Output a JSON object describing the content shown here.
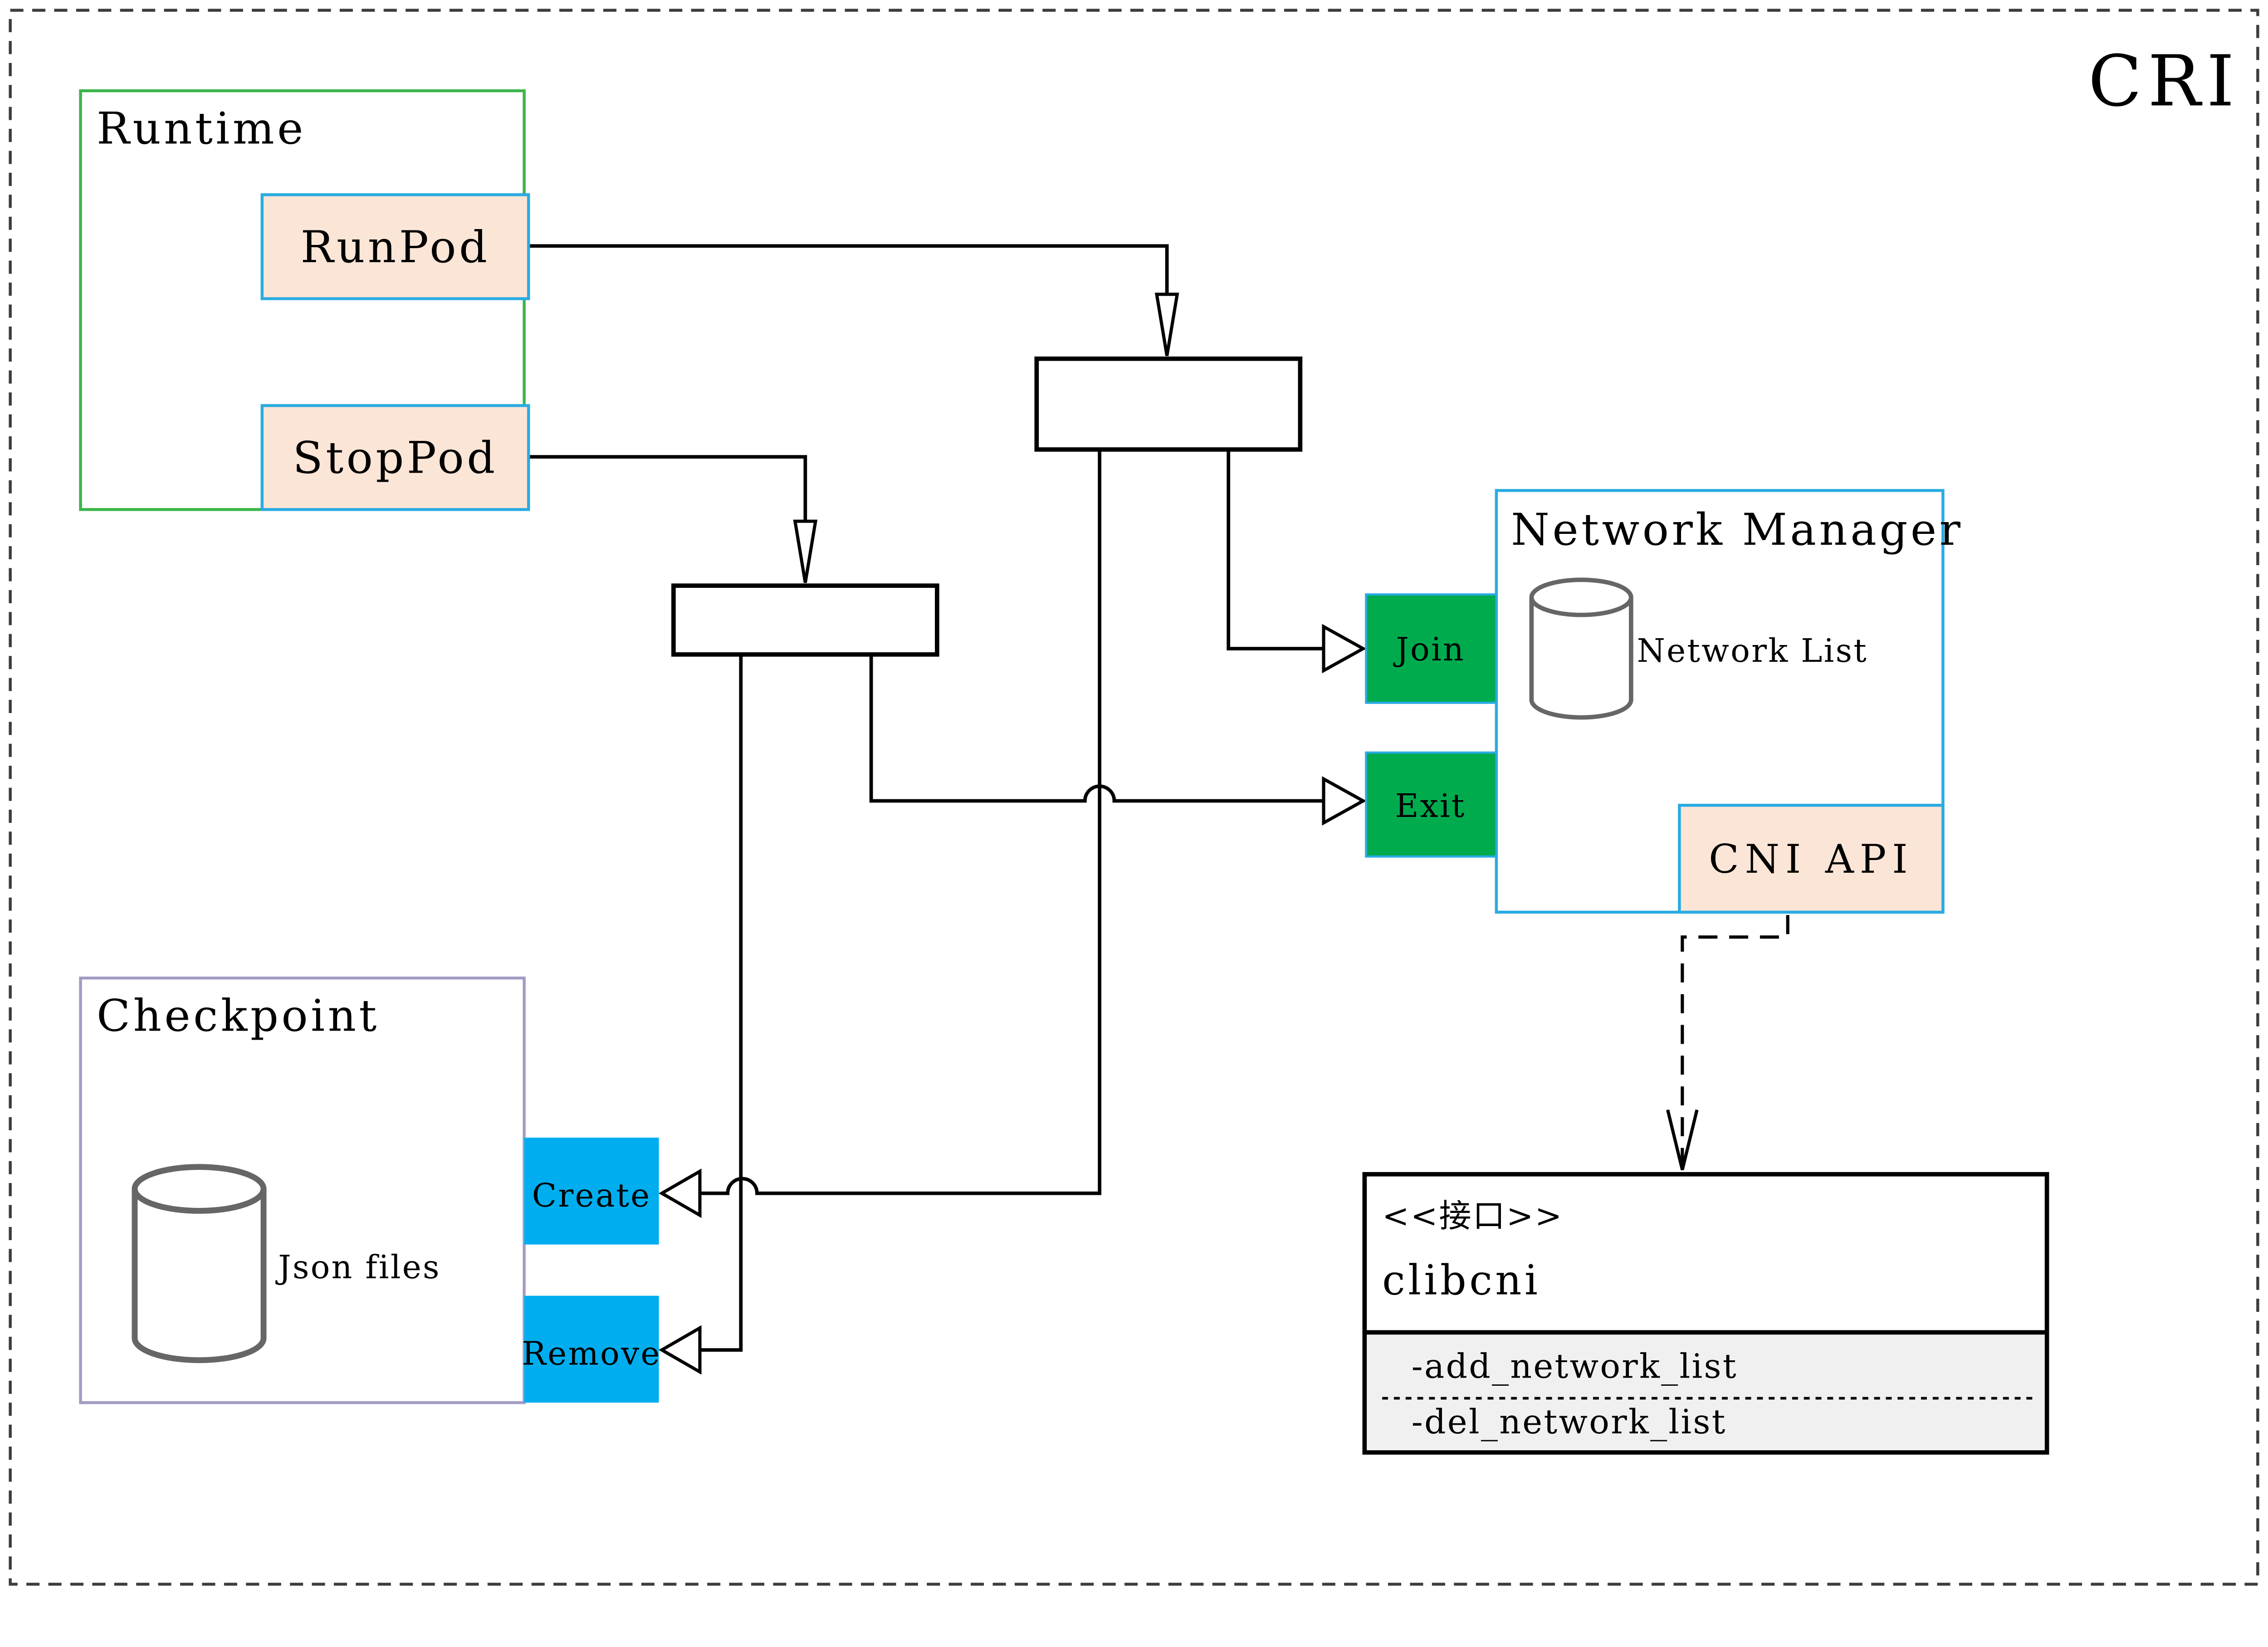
{
  "page": {
    "title_badge": "CRI"
  },
  "runtime": {
    "label": "Runtime",
    "runpod_label": "RunPod",
    "stoppod_label": "StopPod"
  },
  "checkpoint": {
    "label": "Checkpoint",
    "datastore_label": "Json files",
    "create_label": "Create",
    "remove_label": "Remove"
  },
  "network_manager": {
    "label": "Network Manager",
    "datastore_label": "Network List",
    "join_label": "Join",
    "exit_label": "Exit",
    "cni_api_label": "CNI API"
  },
  "clibcni": {
    "stereotype": "<<接口>>",
    "name": "clibcni",
    "methods": [
      "-add_network_list",
      "-del_network_list"
    ]
  },
  "colors": {
    "cri_gold": "#8B6914",
    "runtime_border": "#3BB54A",
    "checkpoint_border": "#A49BC4",
    "panel_blue_border": "#29ABE2",
    "peach_fill": "#FBE5D6",
    "green_fill": "#00AB4E",
    "blue_fill": "#00AEEF",
    "interface_body_gray": "#F0F0F0",
    "cylinder_gray": "#666666",
    "connector_black": "#000000",
    "page_border": "#3C3C3C"
  }
}
